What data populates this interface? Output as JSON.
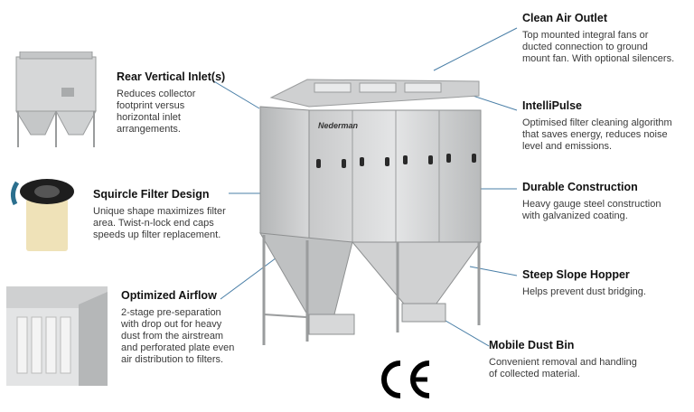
{
  "brand": {
    "logo_text": "Nederman"
  },
  "features": {
    "clean_air_outlet": {
      "title": "Clean Air Outlet",
      "desc": "Top mounted integral fans or\nducted connection to ground\nmount fan. With optional silencers."
    },
    "intellipulse": {
      "title": "IntelliPulse",
      "desc": "Optimised filter cleaning algorithm\nthat saves energy, reduces noise\nlevel and emissions."
    },
    "durable_construction": {
      "title": "Durable Construction",
      "desc": "Heavy gauge steel construction\nwith galvanized coating."
    },
    "steep_slope_hopper": {
      "title": "Steep Slope Hopper",
      "desc": "Helps prevent dust bridging."
    },
    "mobile_dust_bin": {
      "title": "Mobile Dust Bin",
      "desc": "Convenient removal and handling\nof collected material."
    },
    "rear_vertical_inlet": {
      "title": "Rear Vertical Inlet(s)",
      "desc": "Reduces collector\nfootprint versus\nhorizontal inlet\narrangements."
    },
    "squircle_filter": {
      "title": "Squircle Filter Design",
      "desc": "Unique shape maximizes filter\narea. Twist-n-lock end caps\nspeeds up filter replacement."
    },
    "optimized_airflow": {
      "title": "Optimized Airflow",
      "desc": "2-stage pre-separation\nwith drop out for heavy\ndust from the airstream\nand perforated plate even\nair distribution to filters."
    }
  },
  "colors": {
    "leader": "#4a7fa7",
    "steel_light": "#d9dadb",
    "steel_dark": "#8e9091"
  },
  "icons": [
    "ce-mark-icon",
    "collector-icon",
    "filter-cartridge-icon",
    "airflow-cutaway-icon"
  ]
}
